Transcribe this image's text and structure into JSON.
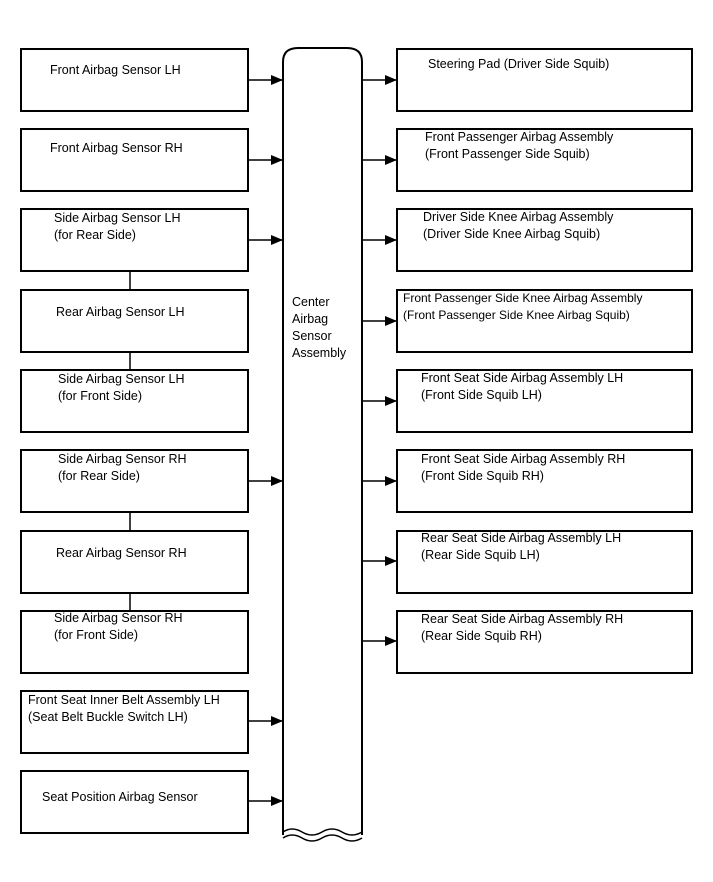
{
  "inputs": [
    {
      "line1": "Front Airbag Sensor LH",
      "line2": ""
    },
    {
      "line1": "Front Airbag Sensor RH",
      "line2": ""
    },
    {
      "line1": "Side Airbag Sensor LH",
      "line2": "(for Rear Side)"
    },
    {
      "line1": "Rear Airbag Sensor LH",
      "line2": ""
    },
    {
      "line1": "Side Airbag Sensor LH",
      "line2": "(for Front Side)"
    },
    {
      "line1": "Side Airbag Sensor RH",
      "line2": "(for Rear Side)"
    },
    {
      "line1": "Rear Airbag Sensor RH",
      "line2": ""
    },
    {
      "line1": "Side Airbag Sensor RH",
      "line2": "(for Front Side)"
    },
    {
      "line1": "Front Seat Inner Belt Assembly LH",
      "line2": "(Seat Belt Buckle Switch LH)"
    },
    {
      "line1": "Seat Position Airbag Sensor",
      "line2": ""
    }
  ],
  "center": {
    "line1": "Center",
    "line2": "Airbag",
    "line3": "Sensor",
    "line4": "Assembly"
  },
  "outputs": [
    {
      "line1": "Steering Pad (Driver Side Squib)",
      "line2": ""
    },
    {
      "line1": "Front Passenger Airbag Assembly",
      "line2": "(Front Passenger Side Squib)"
    },
    {
      "line1": "Driver Side Knee Airbag Assembly",
      "line2": "(Driver Side Knee Airbag Squib)"
    },
    {
      "line1": "Front Passenger Side Knee Airbag Assembly",
      "line2": "(Front Passenger Side Knee Airbag Squib)"
    },
    {
      "line1": "Front Seat Side Airbag Assembly LH",
      "line2": "(Front Side Squib LH)"
    },
    {
      "line1": "Front Seat Side Airbag Assembly RH",
      "line2": "(Front Side Squib RH)"
    },
    {
      "line1": "Rear Seat Side Airbag Assembly LH",
      "line2": "(Rear Side Squib LH)"
    },
    {
      "line1": "Rear Seat Side Airbag Assembly RH",
      "line2": "(Rear Side Squib RH)"
    }
  ]
}
